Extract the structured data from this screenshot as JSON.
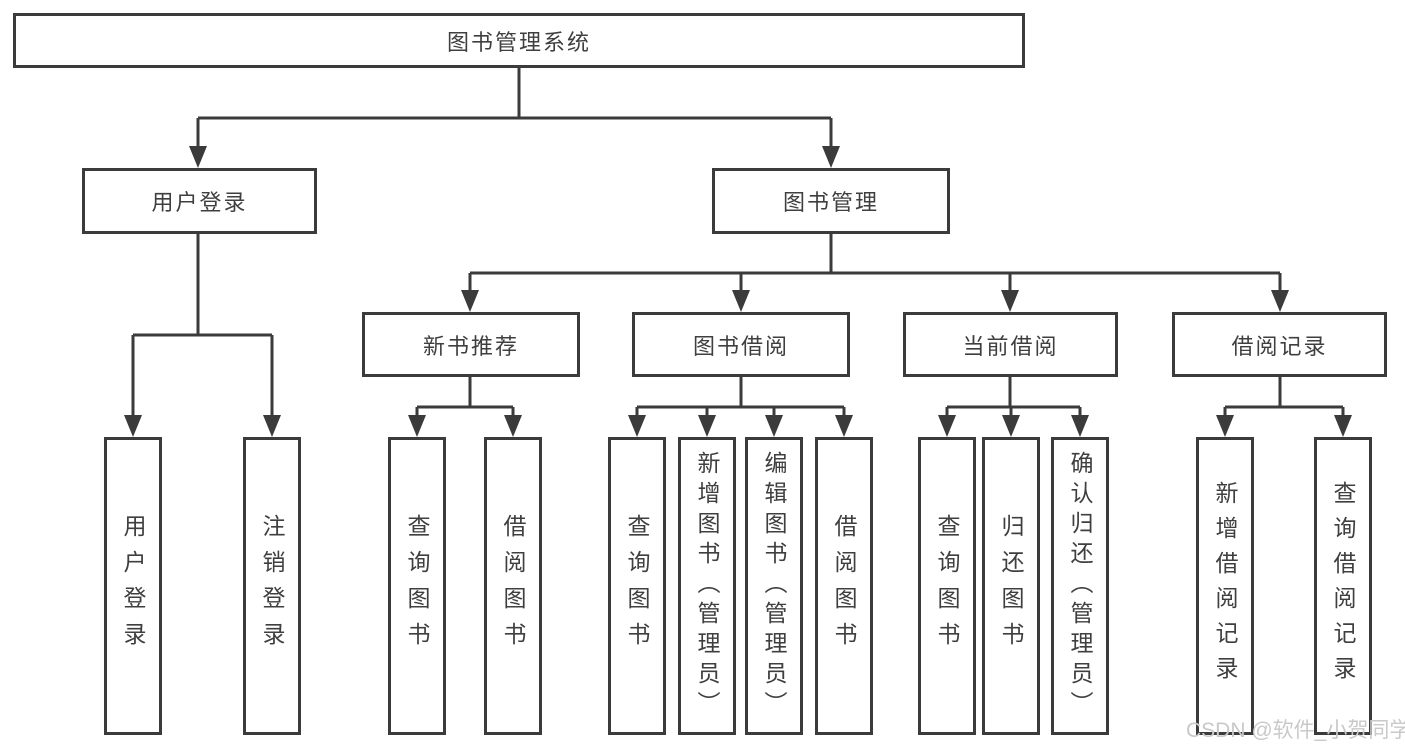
{
  "diagram": {
    "root": "图书管理系统",
    "user_login": {
      "label": "用户登录",
      "children": [
        "用户登录",
        "注销登录"
      ]
    },
    "book_management": {
      "label": "图书管理",
      "sections": [
        {
          "label": "新书推荐",
          "children": [
            "查询图书",
            "借阅图书"
          ]
        },
        {
          "label": "图书借阅",
          "children": [
            "查询图书",
            "新增图书（管理员）",
            "编辑图书（管理员）",
            "借阅图书"
          ]
        },
        {
          "label": "当前借阅",
          "children": [
            "查询图书",
            "归还图书",
            "确认归还（管理员）"
          ]
        },
        {
          "label": "借阅记录",
          "children": [
            "新增借阅记录",
            "查询借阅记录"
          ]
        }
      ]
    }
  },
  "watermark": "CSDN @软件_小贺同学",
  "colors": {
    "line": "#3b3b3b",
    "text": "#3f3f3f",
    "background": "#ffffff",
    "watermark": "#c9c9c9"
  }
}
